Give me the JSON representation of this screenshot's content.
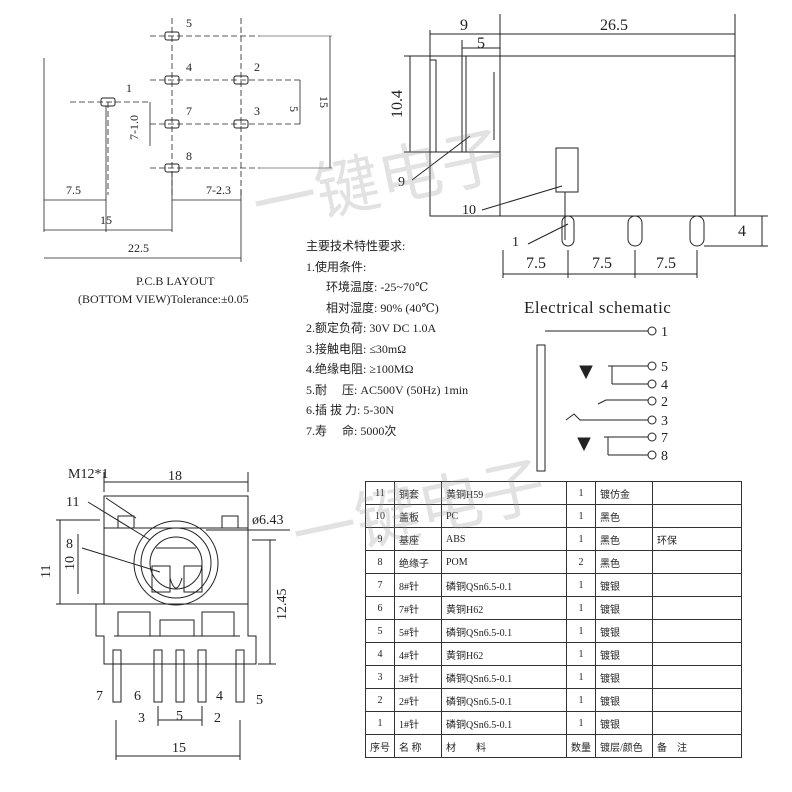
{
  "pcb": {
    "pins": [
      "5",
      "4",
      "2",
      "1",
      "7",
      "3",
      "8"
    ],
    "dims": {
      "d7_5": "7.5",
      "d15": "15",
      "d22_5": "22.5",
      "d7_10": "7-1.0",
      "d7_23": "7-2.3",
      "d5": "5",
      "d15v": "15"
    },
    "caption": "P.C.B LAYOUT",
    "caption2": "(BOTTOM VIEW)Tolerance:±0.05"
  },
  "side": {
    "dims": {
      "d9": "9",
      "d5": "5",
      "d26_5": "26.5",
      "d10_4": "10.4",
      "d4": "4",
      "d7_5a": "7.5",
      "d7_5b": "7.5",
      "d7_5c": "7.5"
    },
    "callouts": {
      "c9": "9",
      "c10": "10",
      "c1": "1"
    }
  },
  "specs": {
    "title": "主要技术特性要求:",
    "lines": [
      "1.使用条件:",
      "环境温度: -25~70℃",
      "相对湿度: 90% (40℃)",
      "2.额定负荷: 30V DC 1.0A",
      "3.接触电阻: ≤30mΩ",
      "4.绝缘电阻: ≥100MΩ",
      "5.耐　 压: AC500V (50Hz) 1min",
      "6.插 拔 力: 5-30N",
      "7.寿　 命: 5000次"
    ]
  },
  "schematic": {
    "title": "Electrical schematic",
    "pins": [
      "1",
      "5",
      "4",
      "2",
      "3",
      "7",
      "8"
    ]
  },
  "front": {
    "dims": {
      "m12": "M12*1",
      "d18": "18",
      "d6_43": "ø6.43",
      "d11": "11",
      "d10": "10",
      "d12_45": "12.45",
      "d5": "5",
      "d15": "15"
    },
    "callouts": {
      "c11": "11",
      "c8": "8",
      "c7": "7",
      "c6": "6",
      "c4": "4",
      "c5": "5",
      "c3": "3",
      "c2": "2"
    }
  },
  "bom": {
    "rows": [
      {
        "no": "11",
        "name": "铜套",
        "material": "黄铜H59",
        "qty": "1",
        "finish": "镀仿金",
        "note": ""
      },
      {
        "no": "10",
        "name": "盖板",
        "material": "PC",
        "qty": "1",
        "finish": "黑色",
        "note": ""
      },
      {
        "no": "9",
        "name": "基座",
        "material": "ABS",
        "qty": "1",
        "finish": "黑色",
        "note": "环保"
      },
      {
        "no": "8",
        "name": "绝缘子",
        "material": "POM",
        "qty": "2",
        "finish": "黑色",
        "note": ""
      },
      {
        "no": "7",
        "name": "8#针",
        "material": "磷铜QSn6.5-0.1",
        "qty": "1",
        "finish": "镀银",
        "note": ""
      },
      {
        "no": "6",
        "name": "7#针",
        "material": "黄铜H62",
        "qty": "1",
        "finish": "镀银",
        "note": ""
      },
      {
        "no": "5",
        "name": "5#针",
        "material": "磷铜QSn6.5-0.1",
        "qty": "1",
        "finish": "镀银",
        "note": ""
      },
      {
        "no": "4",
        "name": "4#针",
        "material": "黄铜H62",
        "qty": "1",
        "finish": "镀银",
        "note": ""
      },
      {
        "no": "3",
        "name": "3#针",
        "material": "磷铜QSn6.5-0.1",
        "qty": "1",
        "finish": "镀银",
        "note": ""
      },
      {
        "no": "2",
        "name": "2#针",
        "material": "磷铜QSn6.5-0.1",
        "qty": "1",
        "finish": "镀银",
        "note": ""
      },
      {
        "no": "1",
        "name": "1#针",
        "material": "磷铜QSn6.5-0.1",
        "qty": "1",
        "finish": "镀银",
        "note": ""
      }
    ],
    "header": {
      "no": "序号",
      "name": "名 称",
      "material": "材　　料",
      "qty": "数量",
      "finish": "镀层/颜色",
      "note": "备　注"
    }
  },
  "watermark": [
    "一键电子",
    "一键电子"
  ]
}
